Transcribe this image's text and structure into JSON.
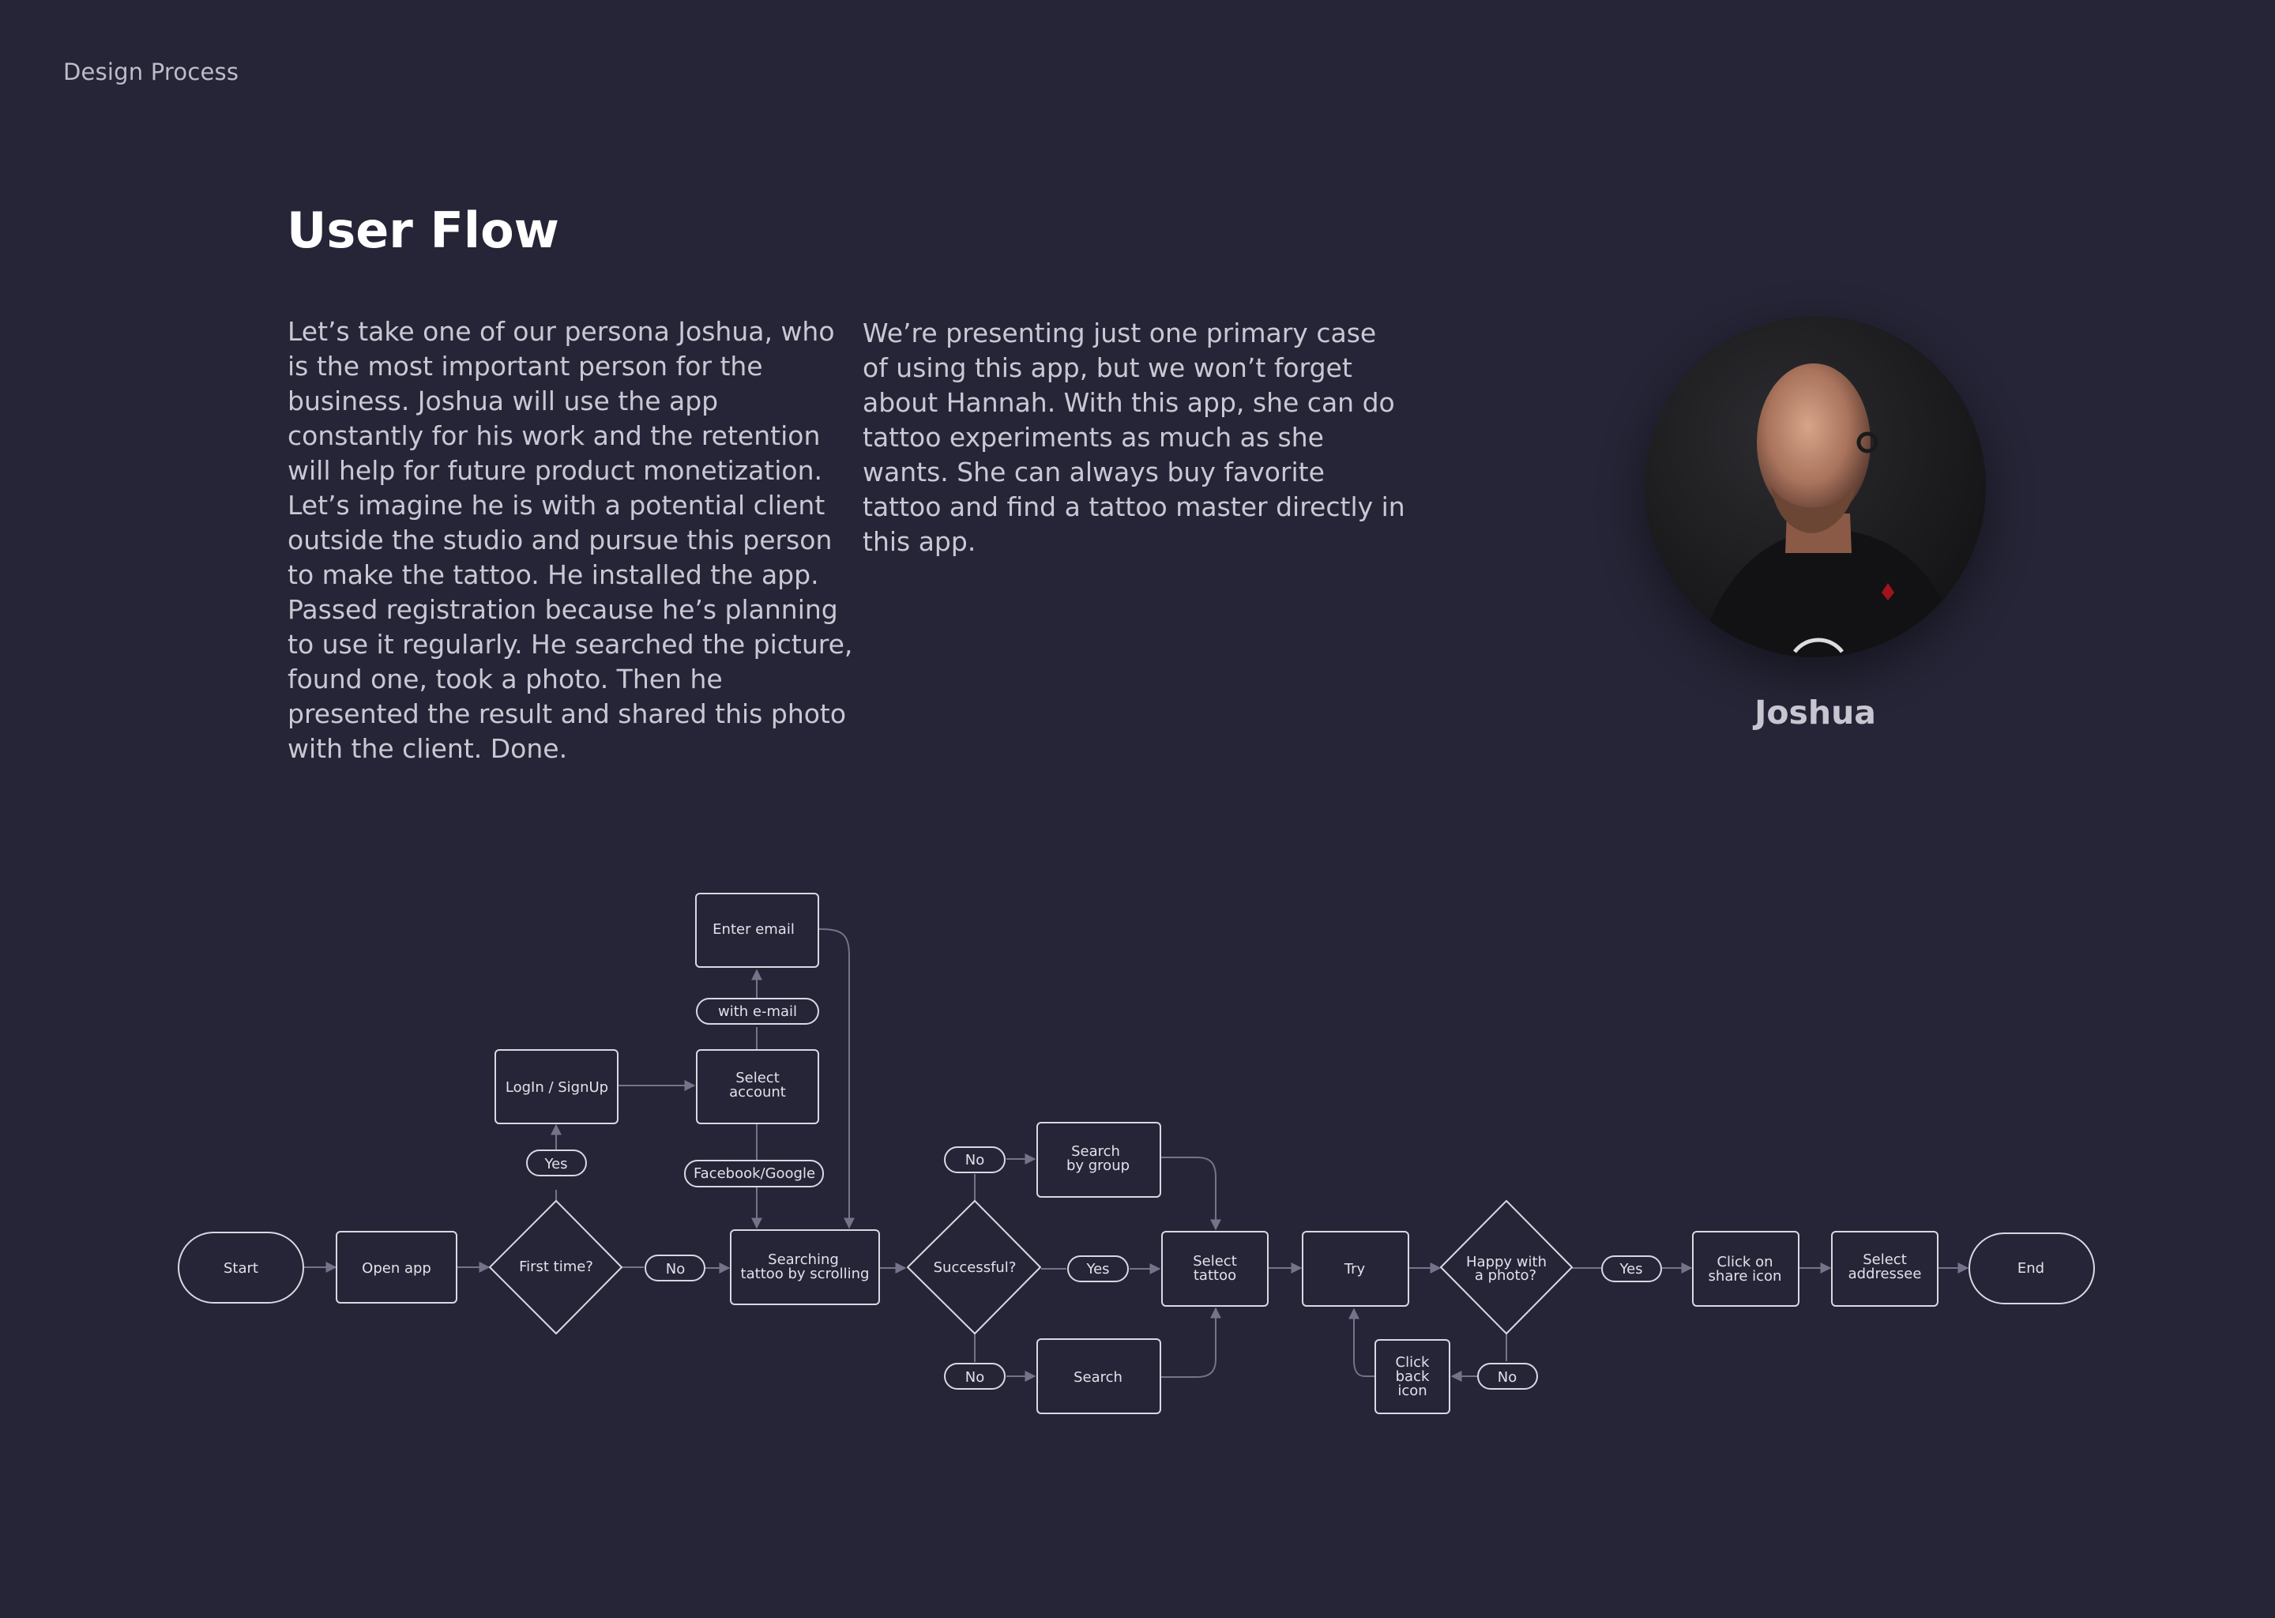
{
  "header": {
    "section_label": "Design Process"
  },
  "title": "User Flow",
  "paragraphs": {
    "first": "Let’s take one of our persona Joshua, who is the most important person for the business. Joshua will use the app constantly for his work and the retention will help for future product monetization. Let’s imagine he is with a potential client outside the studio and pursue this person to make the tattoo. He installed the app. Passed registration because he’s planning to use it regularly. He searched the picture, found one, took a photo. Then he presented the result and shared this photo with the client. Done.",
    "second": "We’re presenting just one primary case of using this app, but we won’t forget about Hannah. With this app, she can do tattoo experiments as much as she wants. She can always buy favorite tattoo and find a tattoo master directly in this app."
  },
  "persona": {
    "name": "Joshua"
  },
  "flow": {
    "start": "Start",
    "open_app": "Open app",
    "first_time": "First time?",
    "yes_first": "Yes",
    "no_first": "No",
    "login": "LogIn / SignUp",
    "select_account": [
      "Select",
      "account"
    ],
    "with_email": "with e-mail",
    "enter_email": "Enter email",
    "facebook_google": "Facebook/Google",
    "searching": [
      "Searching",
      "tattoo by scrolling"
    ],
    "successful": "Successful?",
    "no_top": "No",
    "search_group": [
      "Search",
      "by group"
    ],
    "no_bottom": "No",
    "search": "Search",
    "yes_success": "Yes",
    "select_tattoo": [
      "Select",
      "tattoo"
    ],
    "try": "Try",
    "happy": [
      "Happy with",
      "a photo?"
    ],
    "no_happy": "No",
    "click_back": [
      "Click",
      "back",
      "icon"
    ],
    "yes_happy": "Yes",
    "share": [
      "Click on",
      "share icon"
    ],
    "addressee": [
      "Select",
      "addressee"
    ],
    "end": "End"
  },
  "colors": {
    "background": "#262537",
    "node_stroke": "#d9d8e2",
    "edge": "#74738a",
    "text": "#e2e1ea"
  }
}
